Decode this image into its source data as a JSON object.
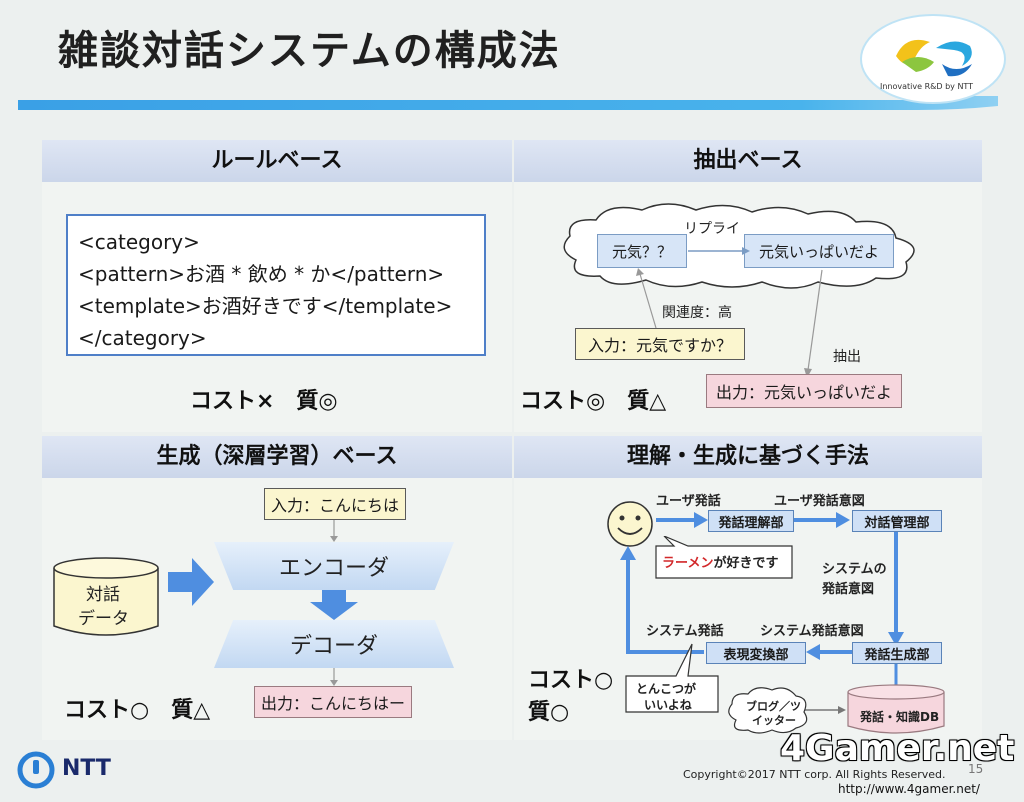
{
  "title": "雑談対話システムの構成法",
  "logo": {
    "caption": "Innovative R&D by NTT"
  },
  "colors": {
    "accent_blue": "#2f9de0",
    "header_blue": "#cbd6ea",
    "arrow_blue": "#4f8ee0"
  },
  "quadrants": {
    "rule_based": {
      "header": "ルールベース",
      "code_lines": [
        "<category>",
        "<pattern>お酒 * 飲め * か</pattern>",
        "<template>お酒好きです</template>",
        "</category>"
      ],
      "cost_quality": "コスト×　質◎"
    },
    "extraction_based": {
      "header": "抽出ベース",
      "reply_label": "リプライ",
      "node_left": "元気？？",
      "node_right": "元気いっぱいだよ",
      "relevance_label": "関連度：高",
      "input_box": "入力：元気ですか？",
      "extract_label": "抽出",
      "output_box": "出力：元気いっぱいだよ",
      "cost_quality": "コスト◎　質△"
    },
    "generation_based": {
      "header": "生成（深層学習）ベース",
      "input_box": "入力：こんにちは",
      "data_cylinder_line1": "対話",
      "data_cylinder_line2": "データ",
      "encoder": "エンコーダ",
      "decoder": "デコーダ",
      "output_box": "出力：こんにちはー",
      "cost_quality": "コスト○　質△"
    },
    "understanding_based": {
      "header": "理解・生成に基づく手法",
      "user_utterance_label": "ユーザ発話",
      "user_intent_label": "ユーザ発話意図",
      "utterance_understanding": "発話理解部",
      "dialogue_manager": "対話管理部",
      "system_intent_label_line1": "システムの",
      "system_intent_label_line2": "発話意図",
      "speech_bubble_red": "ラーメン",
      "speech_bubble_rest": "が好きです",
      "system_utterance_label": "システム発話",
      "system_intent_label2": "システム発話意図",
      "expression_conversion": "表現変換部",
      "utterance_generation": "発話生成部",
      "system_bubble_line1": "とんこつが",
      "system_bubble_line2": "いいよね",
      "blog_cloud_line1": "ブログ／ツ",
      "blog_cloud_line2": "イッター",
      "knowledge_db": "発話・知識DB",
      "cost_line1": "コスト○",
      "cost_line2": "質○"
    }
  },
  "footer": {
    "brand": "NTT",
    "copyright": "Copyright©2017 NTT corp. All Rights Reserved.",
    "page_number": "15"
  },
  "watermark": {
    "text": "4Gamer.net",
    "url": "http://www.4gamer.net/"
  }
}
